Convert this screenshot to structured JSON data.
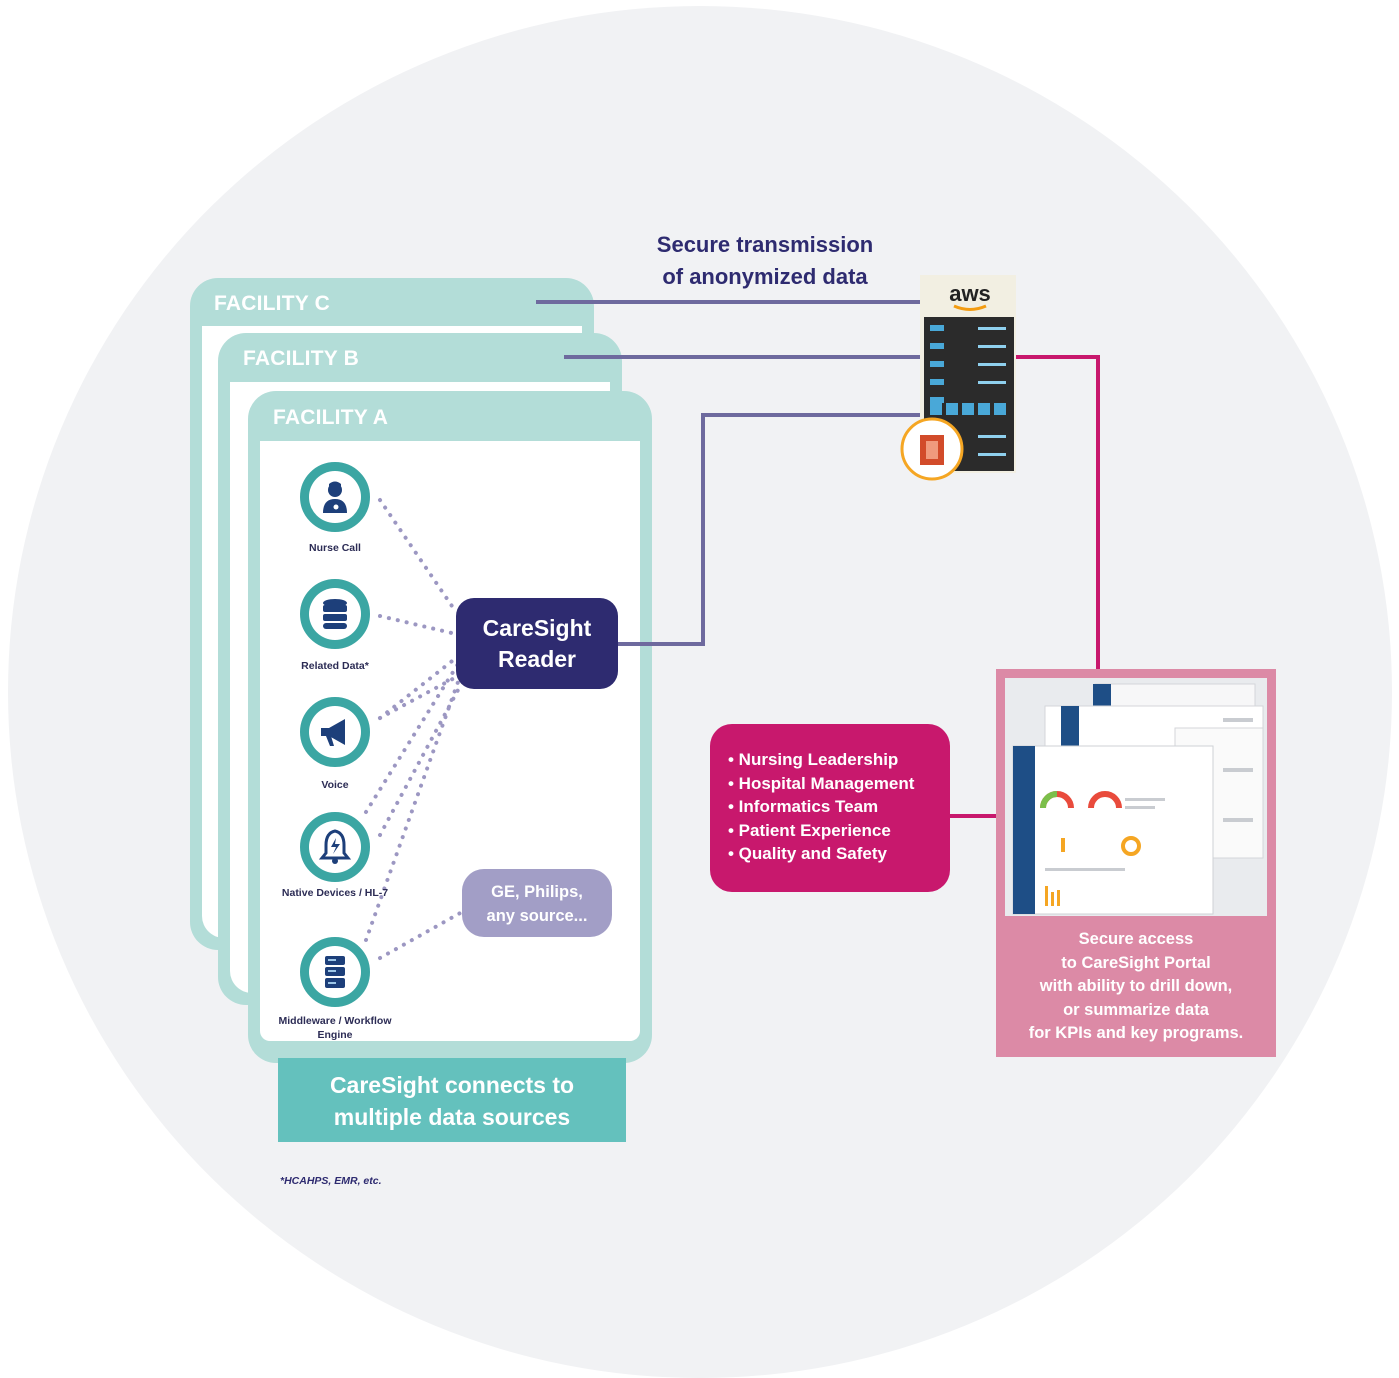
{
  "diagram": {
    "facilities": [
      {
        "title": "FACILITY C"
      },
      {
        "title": "FACILITY B"
      },
      {
        "title": "FACILITY A"
      }
    ],
    "sources": [
      {
        "label": "Nurse Call",
        "icon": "nurse-icon"
      },
      {
        "label": "Related Data*",
        "icon": "database-icon"
      },
      {
        "label": "Voice",
        "icon": "megaphone-icon"
      },
      {
        "label": "Native Devices / HL-7",
        "icon": "bell-icon"
      },
      {
        "label": "Middleware / Workflow Engine",
        "icon": "server-icon"
      }
    ],
    "reader": {
      "line1": "CareSight",
      "line2": "Reader"
    },
    "other_sources": {
      "line1": "GE, Philips,",
      "line2": "any source..."
    },
    "connects": {
      "line1": "CareSight connects to",
      "line2": "multiple data sources"
    },
    "footnote": "*HCAHPS, EMR, etc.",
    "transmission": {
      "line1": "Secure transmission",
      "line2": "of anonymized data"
    },
    "aws_label": "aws",
    "audience": [
      "• Nursing Leadership",
      "• Hospital Management",
      "• Informatics Team",
      "• Patient Experience",
      "• Quality and Safety"
    ],
    "portal_caption": [
      "Secure access",
      "to CareSight Portal",
      "with ability to drill down,",
      "or summarize data",
      "for KPIs and key programs."
    ],
    "colors": {
      "background_circle": "#f1f2f4",
      "facility_frame": "#b3ddd8",
      "teal_icon": "#3ba6a3",
      "navy": "#2e2b70",
      "purple_line": "#6e6a9e",
      "magenta": "#c8186d",
      "portal_pink": "#dc8aa6",
      "connects_teal": "#64c1bd",
      "lavender": "#a29ec6"
    }
  }
}
